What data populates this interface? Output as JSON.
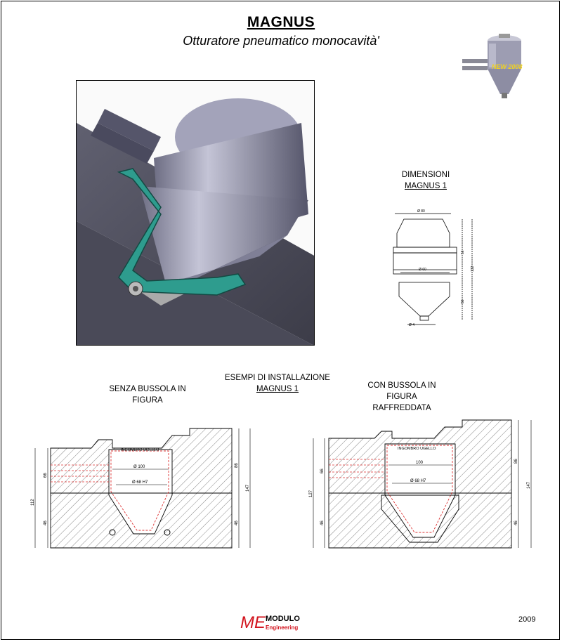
{
  "header": {
    "title": "MAGNUS",
    "subtitle": "Otturatore pneumatico monocavità'"
  },
  "thumbnail": {
    "badge": "NEW 2008"
  },
  "dimensions": {
    "heading": "DIMENSIONI",
    "model": "MAGNUS 1",
    "labels": {
      "top_diameter": "Ø 80",
      "mid_diameter": "Ø 60",
      "tip_diameter": "Ø 4",
      "upper_height": "56",
      "total_height": "132",
      "lower_height": "56"
    }
  },
  "examples": {
    "heading": "ESEMPI DI INSTALLAZIONE",
    "model": "MAGNUS 1",
    "left_caption_1": "SENZA BUSSOLA IN",
    "left_caption_2": "FIGURA",
    "right_caption_1": "CON BUSSOLA IN",
    "right_caption_2": "FIGURA",
    "right_caption_3": "RAFFREDDATA"
  },
  "section_left": {
    "ingombro": "INGOMBRO UGELLO",
    "d100": "Ø 100",
    "d68": "Ø 68 H7",
    "dims": {
      "a": "66",
      "b": "112",
      "c": "46",
      "d": "86",
      "e": "147",
      "f": "46"
    }
  },
  "section_right": {
    "ingombro": "INGOMBRO UGELLO",
    "d100": "100",
    "d68": "Ø 68 H7",
    "dims": {
      "a": "66",
      "b": "127",
      "c": "46",
      "d": "86",
      "e": "147",
      "f": "46"
    }
  },
  "footer": {
    "logo_me": "ME",
    "logo_top": "MODULO",
    "logo_bottom": "Engineering",
    "year": "2009"
  },
  "colors": {
    "accent_green": "#2e9c8e",
    "logo_red": "#d2141e"
  }
}
